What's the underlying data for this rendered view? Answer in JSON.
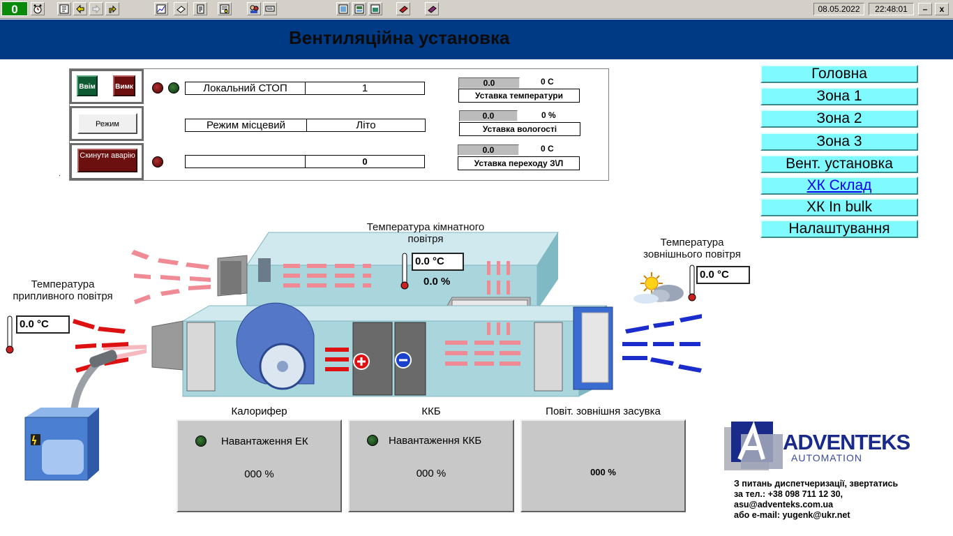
{
  "toolbar": {
    "counter": "0",
    "date": "08.05.2022",
    "time": "22:48:01",
    "minimize": "–",
    "close": "x"
  },
  "header": {
    "title": "Вентиляційна установка"
  },
  "controls": {
    "on_label": "Ввім",
    "off_label": "Вимк",
    "mode_label": "Режим",
    "reset_label": "Скинути аварію",
    "row1_name": "Локальний СТОП",
    "row1_value": "1",
    "row2_name": "Режим місцевий",
    "row2_value": "Літо",
    "row3_name": "",
    "row3_value": "0"
  },
  "setpoints": [
    {
      "value": "0.0",
      "unit": "0  С",
      "label": "Уставка температури"
    },
    {
      "value": "0.0",
      "unit": "0 %",
      "label": "Уставка вологості"
    },
    {
      "value": "0.0",
      "unit": "0  С",
      "label": "Уставка переходу З\\Л"
    }
  ],
  "nav": [
    {
      "label": "Головна"
    },
    {
      "label": "Зона 1"
    },
    {
      "label": "Зона 2"
    },
    {
      "label": "Зона 3"
    },
    {
      "label": "Вент. установка"
    },
    {
      "label": "ХК Склад"
    },
    {
      "label": "ХК In bulk"
    },
    {
      "label": "Налаштування"
    }
  ],
  "sensors": {
    "room_label": "Температура кімнатного повітря",
    "room_temp": "0.0 °C",
    "room_humidity": "0.0 %",
    "outdoor_label": "Температура зовнішнього повітря",
    "outdoor_temp": "0.0 °C",
    "supply_label": "Температура припливного повітря",
    "supply_temp": "0.0 °C"
  },
  "panels": [
    {
      "title": "Калорифер",
      "status": "Навантаження ЕК",
      "value": "000 %"
    },
    {
      "title": "ККБ",
      "status": "Навантаження ККБ",
      "value": "000 %"
    },
    {
      "title": "Повіт. зовнішня засувка",
      "status": "",
      "value": "000 %"
    }
  ],
  "brand": {
    "name": "ADVENTEKS",
    "sub": "AUTOMATION",
    "contact_1": "З питань диспетчеризації, звертатись",
    "contact_2": "за тел.: +38 098 711 12 30,",
    "contact_3": "asu@adventeks.com.ua",
    "contact_4": "або e-mail: yugenk@ukr.net"
  },
  "colors": {
    "header_bg": "#003a84",
    "nav_bg": "#7ffbff",
    "duct": "#9fd3dc",
    "warm_arrow": "#f08a94",
    "supply_arrow": "#dd1111",
    "intake_arrow": "#1a2ccc"
  }
}
